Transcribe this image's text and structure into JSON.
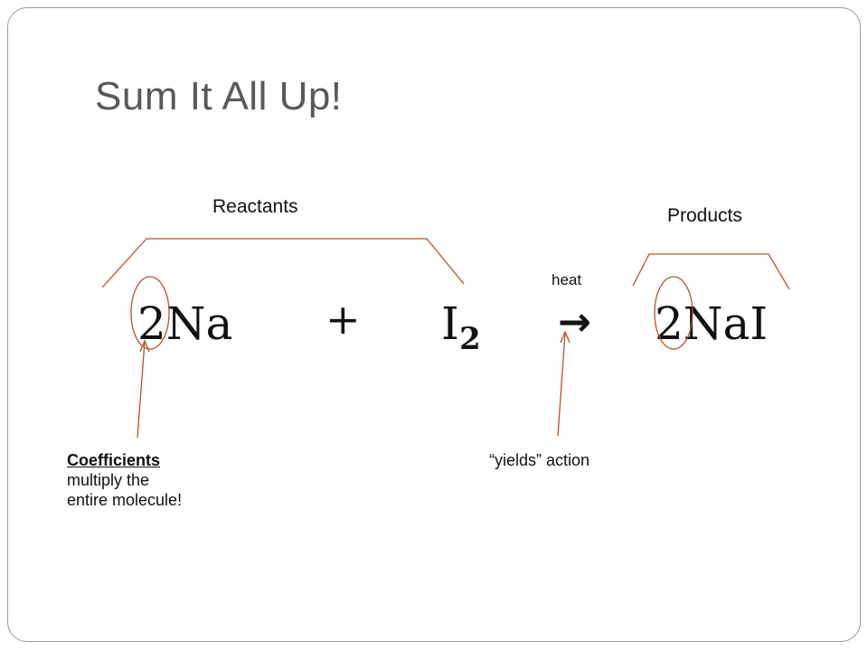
{
  "slide": {
    "title": "Sum It All Up!",
    "labels": {
      "reactants": "Reactants",
      "products": "Products",
      "heat": "heat",
      "yields": "“yields” action"
    },
    "equation": {
      "coefficient_na": "2Na",
      "plus": "+",
      "iodine": "I",
      "iodine_subscript": "2",
      "arrow": "→",
      "product": "2NaI"
    },
    "note": {
      "heading": "Coefficients",
      "line1": "multiply the",
      "line2": "entire molecule!"
    },
    "colors": {
      "annotation": "#b5532b",
      "title": "#595959",
      "frame": "#9a9a9a"
    }
  }
}
